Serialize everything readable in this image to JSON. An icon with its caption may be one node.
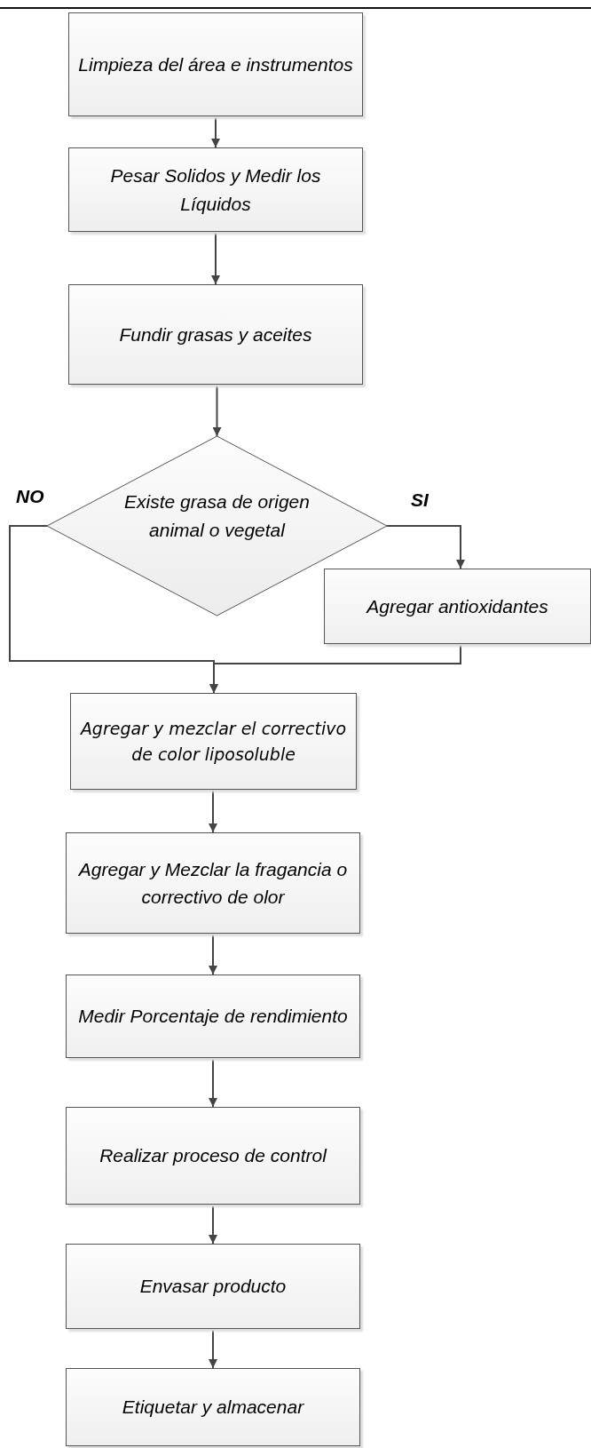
{
  "diagram": {
    "nodes": [
      {
        "text": [
          "Limpieza del área e instrumentos"
        ]
      },
      {
        "text": [
          "Pesar Solidos y  Medir los Líquidos"
        ]
      },
      {
        "text": [
          "Fundir grasas y aceites"
        ]
      },
      {
        "text": [
          "Existe grasa de origen animal o vegetal"
        ]
      },
      {
        "text": [
          "Agregar antioxidantes"
        ]
      },
      {
        "text": [
          "Agregar y mezclar el correctivo de color liposoluble"
        ]
      },
      {
        "text": [
          "Agregar y Mezclar la fragancia o correctivo de olor"
        ]
      },
      {
        "text": [
          "Medir Porcentaje de rendimiento"
        ]
      },
      {
        "text": [
          "Realizar proceso de control"
        ]
      },
      {
        "text": [
          "Envasar producto"
        ]
      },
      {
        "text": [
          "Etiquetar y almacenar"
        ]
      }
    ],
    "edges": [
      {
        "from": 0,
        "to": 1,
        "arrow": "to"
      },
      {
        "from": 1,
        "to": 2,
        "arrow": "to"
      },
      {
        "from": 2,
        "to": 3,
        "arrow": "to"
      },
      {
        "from": 3,
        "to": 4,
        "arrow": "to",
        "label": "SI"
      },
      {
        "from": 3,
        "to": 5,
        "arrow": "to",
        "label": "NO"
      },
      {
        "from": 4,
        "to": 5,
        "arrow": "to"
      },
      {
        "from": 5,
        "to": 6,
        "arrow": "to"
      },
      {
        "from": 6,
        "to": 7,
        "arrow": "to"
      },
      {
        "from": 7,
        "to": 8,
        "arrow": "to"
      },
      {
        "from": 8,
        "to": 9,
        "arrow": "to"
      },
      {
        "from": 9,
        "to": 10,
        "arrow": "to"
      }
    ]
  }
}
